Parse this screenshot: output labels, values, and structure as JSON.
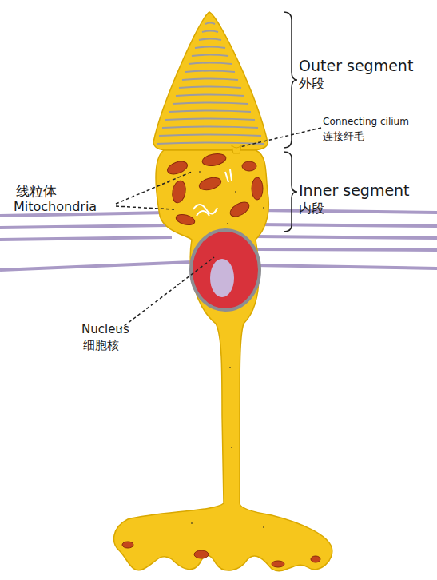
{
  "diagram": {
    "labels": [
      "Outer segment",
      "外段",
      "Connecting cilium",
      "连接纤毛",
      "线粒体",
      "Mitochondria",
      "Inner segment",
      "内段",
      "Nucleus",
      "细胞核"
    ]
  }
}
